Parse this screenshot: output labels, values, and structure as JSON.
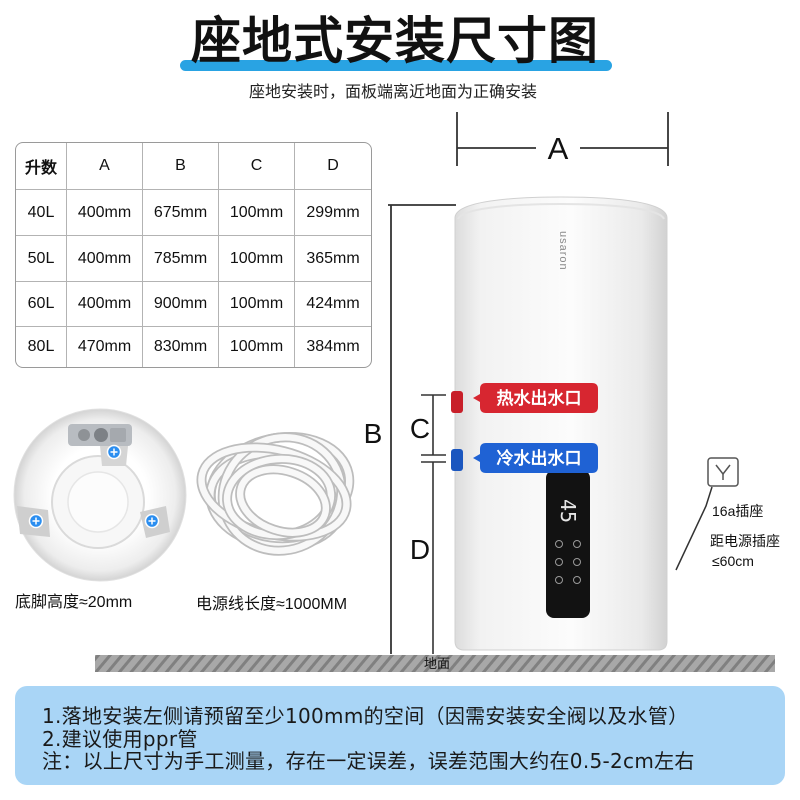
{
  "title": "座地式安装尺寸图",
  "subtitle": "座地安装时，面板端离近地面为正确安装",
  "size_table": {
    "headers": [
      "升数",
      "A",
      "B",
      "C",
      "D"
    ],
    "rows": [
      [
        "40L",
        "400mm",
        "675mm",
        "100mm",
        "299mm"
      ],
      [
        "50L",
        "400mm",
        "785mm",
        "100mm",
        "365mm"
      ],
      [
        "60L",
        "400mm",
        "900mm",
        "100mm",
        "424mm"
      ],
      [
        "80L",
        "470mm",
        "830mm",
        "100mm",
        "384mm"
      ]
    ]
  },
  "accessories": {
    "feet_label": "底脚高度≈20mm",
    "cord_label": "电源线长度≈1000MM"
  },
  "heater": {
    "brand": "usaron",
    "display_reading": "45",
    "hot_outlet_label": "热水出水口",
    "cold_outlet_label": "冷水出水口"
  },
  "dimension_labels": {
    "a": "A",
    "b": "B",
    "c": "C",
    "d": "D"
  },
  "socket": {
    "label": "16a插座",
    "distance_line1": "距电源插座",
    "distance_line2": "≤60cm"
  },
  "floor_label": "地面",
  "notes": [
    "1.落地安装左侧请预留至少100mm的空间（因需安装安全阀以及水管）",
    "2.建议使用ppr管",
    "注：以上尺寸为手工测量，存在一定误差，误差范围大约在0.5-2cm左右"
  ],
  "icons": {
    "socket": "power-socket-icon",
    "foot_marker": "plus-marker-icon",
    "control_buttons": "control-button-icon"
  },
  "colors": {
    "title_underline": "#29a3e3",
    "hot_outlet": "#d72630",
    "hot_pipe": "#c81f29",
    "cold_outlet": "#1f62d4",
    "cold_pipe": "#1a56bf",
    "foot_marker": "#2b8ef0",
    "notes_background": "#a9d5f6"
  }
}
